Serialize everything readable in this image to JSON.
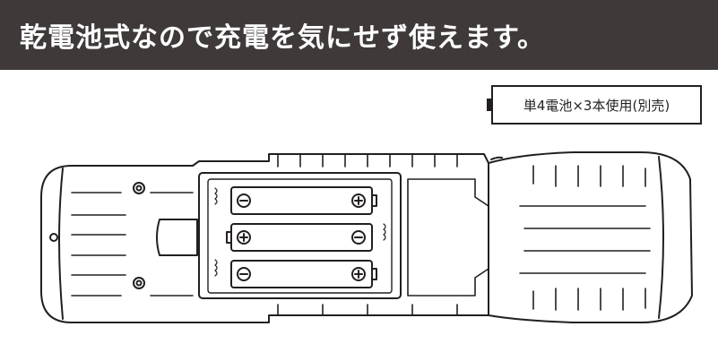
{
  "header": {
    "title": "乾電池式なので充電を気にせず使えます。"
  },
  "battery_note": {
    "text": "単4電池×3本使用(別売)"
  },
  "illustration": {
    "subject": "flashlight-battery-compartment",
    "battery_count": 3,
    "positive_symbol": "⊕",
    "negative_symbol": "⊖"
  },
  "colors": {
    "header_bg": "#3f3a39",
    "header_text": "#ffffff",
    "line": "#231f20",
    "background": "#ffffff"
  }
}
